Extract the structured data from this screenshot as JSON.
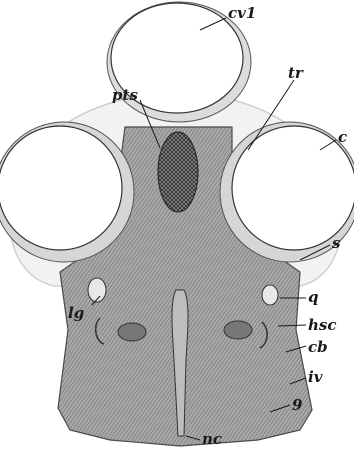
{
  "figure": {
    "labels": {
      "cv1": "cv1",
      "pts": "pts",
      "tr": "tr",
      "c": "c",
      "s": "s",
      "lg": "lg",
      "q": "q",
      "hsc": "hsc",
      "cb": "cb",
      "iv": "iv",
      "9": "9",
      "nc": "nc"
    },
    "colors": {
      "cartilage": "#9a9a9a",
      "cartilage_dark": "#6e6e6e",
      "capsule_fill": "#ffffff",
      "capsule_rim": "#d9d9d9",
      "ink": "#1a1a1a"
    }
  }
}
